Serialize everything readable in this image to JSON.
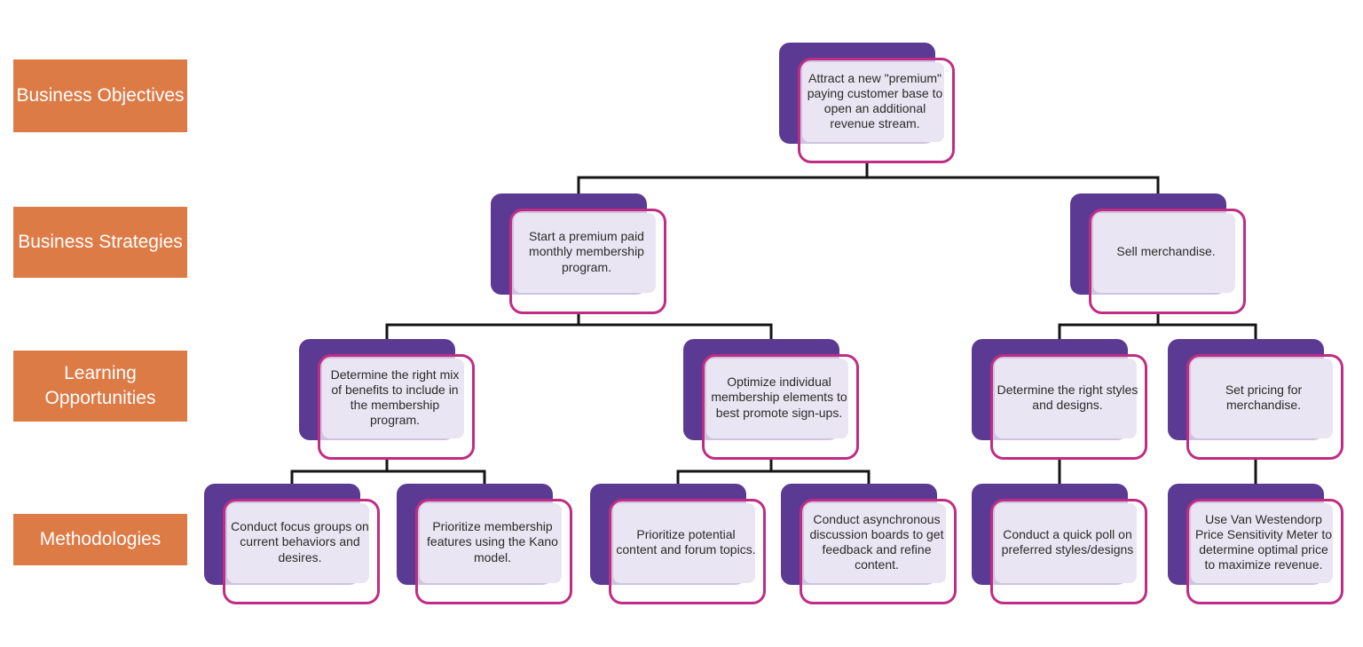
{
  "row_labels": {
    "objectives": "Business Objectives",
    "strategies": "Business Strategies",
    "opportunities": "Learning Opportunities",
    "methodologies": "Methodologies"
  },
  "nodes": {
    "root": {
      "text": "Attract a new \"premium\" paying customer base to open an additional revenue stream.",
      "row": "Business Objectives",
      "parent": null
    },
    "start_premium": {
      "text": "Start a premium paid monthly membership program.",
      "row": "Business Strategies",
      "parent": "root"
    },
    "sell_merch": {
      "text": "Sell merchandise.",
      "row": "Business Strategies",
      "parent": "root"
    },
    "benefits_mix": {
      "text": "Determine the right mix of benefits to include in the membership program.",
      "row": "Learning Opportunities",
      "parent": "start_premium"
    },
    "optimize_elements": {
      "text": "Optimize individual membership elements to best promote sign-ups.",
      "row": "Learning Opportunities",
      "parent": "start_premium"
    },
    "styles_designs": {
      "text": "Determine the right styles and designs.",
      "row": "Learning Opportunities",
      "parent": "sell_merch"
    },
    "set_pricing": {
      "text": "Set pricing for merchandise.",
      "row": "Learning Opportunities",
      "parent": "sell_merch"
    },
    "focus_groups": {
      "text": "Conduct focus groups on current behaviors and desires.",
      "row": "Methodologies",
      "parent": "benefits_mix"
    },
    "kano_model": {
      "text": "Prioritize membership features using the Kano model.",
      "row": "Methodologies",
      "parent": "benefits_mix"
    },
    "forum_topics": {
      "text": "Prioritize potential content and forum topics.",
      "row": "Methodologies",
      "parent": "optimize_elements"
    },
    "async_boards": {
      "text": "Conduct asynchronous discussion boards to get feedback and refine content.",
      "row": "Methodologies",
      "parent": "optimize_elements"
    },
    "quick_poll": {
      "text": "Conduct a quick poll on preferred styles/designs",
      "row": "Methodologies",
      "parent": "styles_designs"
    },
    "van_westendorp": {
      "text": "Use Van Westendorp Price Sensitivity Meter to determine optimal price to maximize revenue.",
      "row": "Methodologies",
      "parent": "set_pricing"
    }
  },
  "colors": {
    "row_label_bg": "#dd7b47",
    "row_label_text": "#ffffff",
    "node_back": "#5b3a93",
    "node_border": "#c02c84",
    "node_fill": "#e9e5f2",
    "connector": "#141414",
    "node_text": "#2b2b2b"
  }
}
